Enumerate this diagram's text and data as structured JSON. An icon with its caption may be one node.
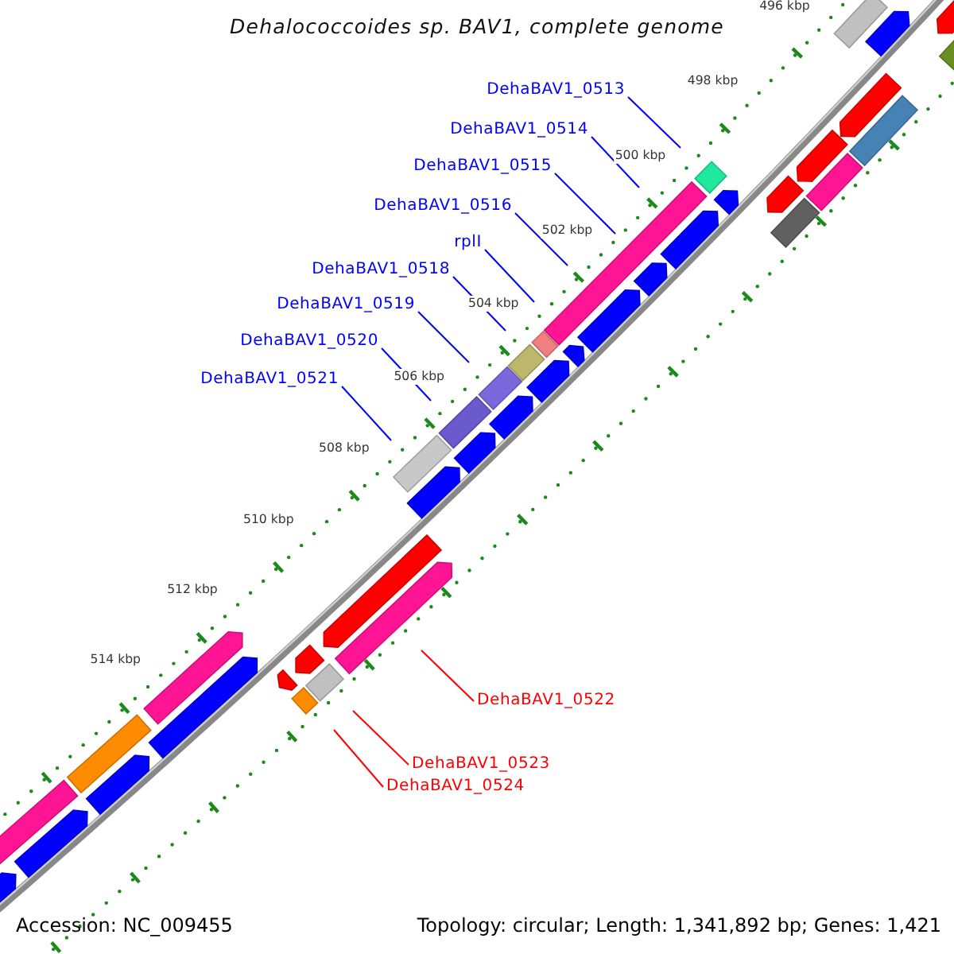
{
  "diagram": {
    "title": "Dehalococcoides sp. BAV1, complete genome",
    "nodes": [
      {
        "text": [
          "DehaBAV1_0513"
        ]
      },
      {
        "text": [
          "DehaBAV1_0514"
        ]
      },
      {
        "text": [
          "DehaBAV1_0515"
        ]
      },
      {
        "text": [
          "DehaBAV1_0516"
        ]
      },
      {
        "text": [
          "rplI"
        ]
      },
      {
        "text": [
          "DehaBAV1_0518"
        ]
      },
      {
        "text": [
          "DehaBAV1_0519"
        ]
      },
      {
        "text": [
          "DehaBAV1_0520"
        ]
      },
      {
        "text": [
          "DehaBAV1_0521"
        ]
      },
      {
        "text": [
          "DehaBAV1_0522"
        ]
      },
      {
        "text": [
          "DehaBAV1_0523"
        ]
      },
      {
        "text": [
          "DehaBAV1_0524"
        ]
      }
    ],
    "edges": [
      {
        "from": 0,
        "to": null,
        "arrow": "none"
      },
      {
        "from": 1,
        "to": null,
        "arrow": "none"
      },
      {
        "from": 2,
        "to": null,
        "arrow": "none"
      },
      {
        "from": 3,
        "to": null,
        "arrow": "none"
      },
      {
        "from": 4,
        "to": null,
        "arrow": "none"
      },
      {
        "from": 5,
        "to": null,
        "arrow": "none"
      },
      {
        "from": 6,
        "to": null,
        "arrow": "none"
      },
      {
        "from": 7,
        "to": null,
        "arrow": "none"
      },
      {
        "from": 8,
        "to": null,
        "arrow": "none"
      },
      {
        "from": 9,
        "to": null,
        "arrow": "none",
        "color": "#ff0000"
      },
      {
        "from": 10,
        "to": null,
        "arrow": "none",
        "color": "#ff0000"
      },
      {
        "from": 11,
        "to": null,
        "arrow": "none",
        "color": "#ff0000"
      }
    ],
    "labels": [
      "496 kbp",
      "498 kbp",
      "500 kbp",
      "502 kbp",
      "504 kbp",
      "506 kbp",
      "508 kbp",
      "510 kbp",
      "512 kbp",
      "514 kbp",
      "Accession: NC_009455",
      "Topology: circular; Length: 1,341,892 bp; Genes: 1,421"
    ]
  }
}
